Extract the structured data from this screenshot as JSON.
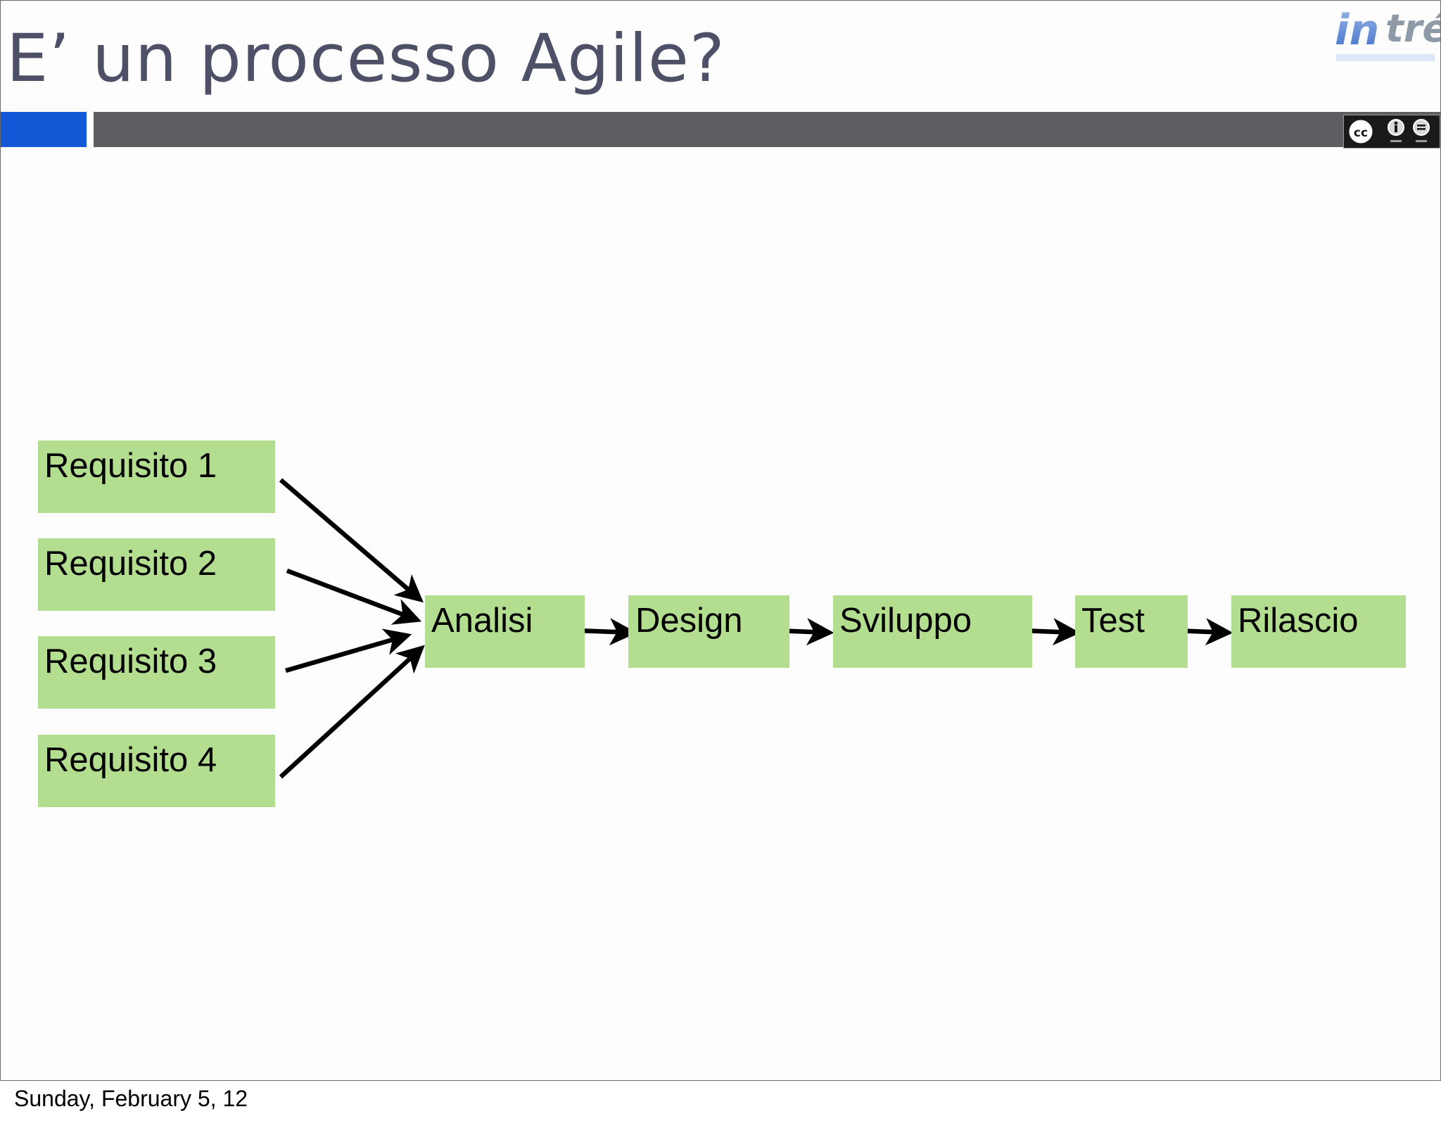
{
  "slide": {
    "title": "E’ un processo Agile?"
  },
  "branding": {
    "logo_icon": "intre-logo",
    "license_icon": "creative-commons-by-nd-badge",
    "accent_color": "#1358d6",
    "bar_color": "#5e5d62",
    "title_color": "#4e5067",
    "box_color": "#b3de8f"
  },
  "diagram": {
    "requirements": [
      {
        "label": "Requisito 1"
      },
      {
        "label": "Requisito 2"
      },
      {
        "label": "Requisito 3"
      },
      {
        "label": "Requisito 4"
      }
    ],
    "stages": [
      {
        "label": "Analisi"
      },
      {
        "label": "Design"
      },
      {
        "label": "Sviluppo"
      },
      {
        "label": "Test"
      },
      {
        "label": "Rilascio"
      }
    ],
    "edges": [
      {
        "from": "Requisito 1",
        "to": "Analisi"
      },
      {
        "from": "Requisito 2",
        "to": "Analisi"
      },
      {
        "from": "Requisito 3",
        "to": "Analisi"
      },
      {
        "from": "Requisito 4",
        "to": "Analisi"
      },
      {
        "from": "Analisi",
        "to": "Design"
      },
      {
        "from": "Design",
        "to": "Sviluppo"
      },
      {
        "from": "Sviluppo",
        "to": "Test"
      },
      {
        "from": "Test",
        "to": "Rilascio"
      }
    ]
  },
  "footer": {
    "date": "Sunday, February 5, 12"
  }
}
